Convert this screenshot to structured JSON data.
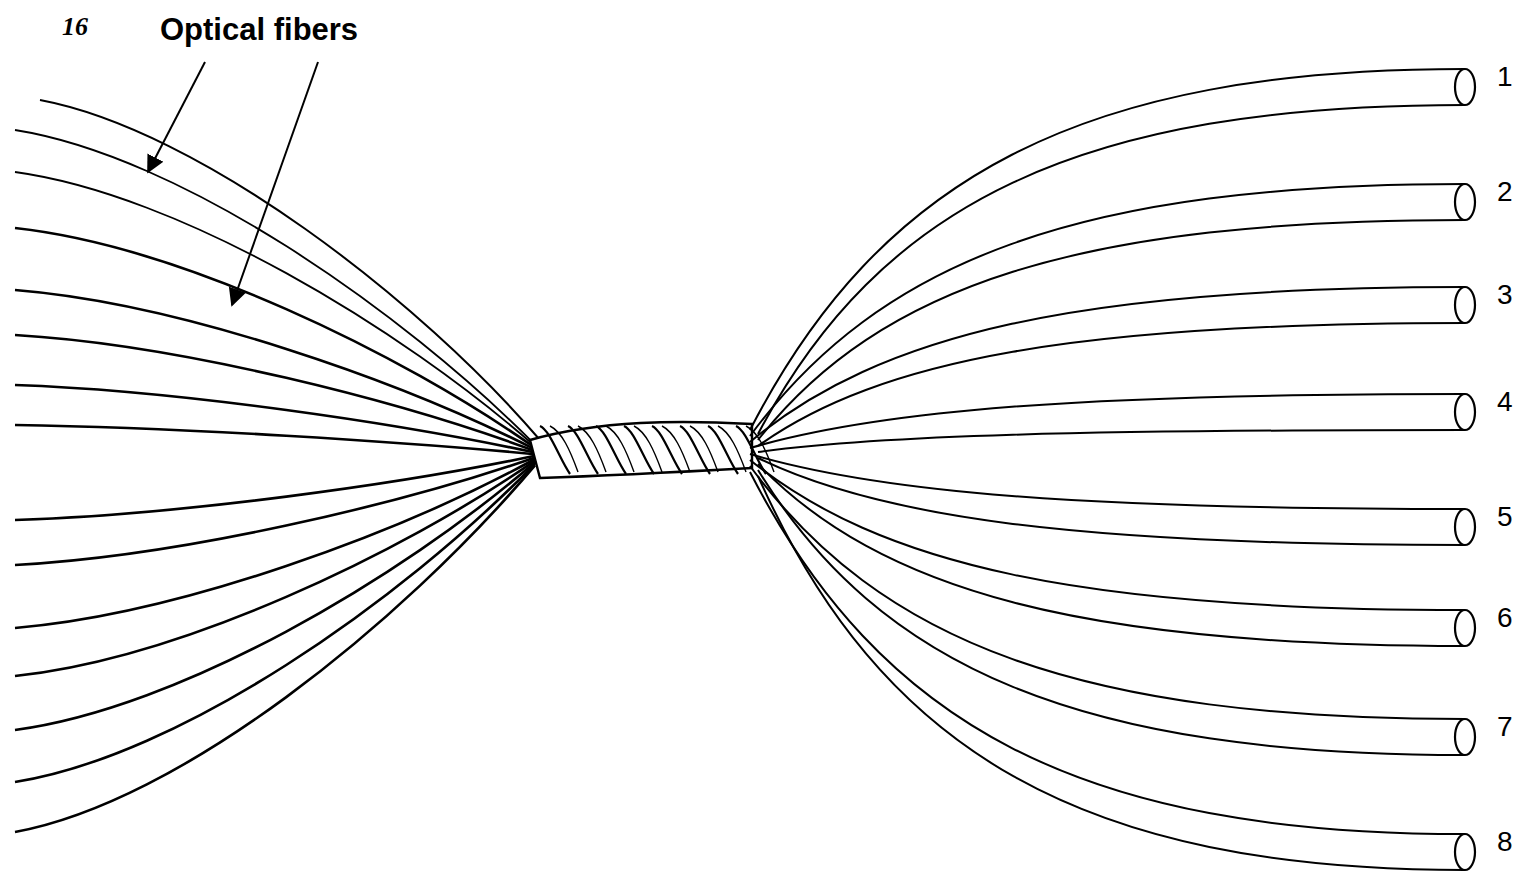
{
  "diagram": {
    "labels": [
      "16",
      "Optical fibers",
      "1",
      "2",
      "3",
      "4",
      "5",
      "6",
      "7",
      "8"
    ]
  }
}
